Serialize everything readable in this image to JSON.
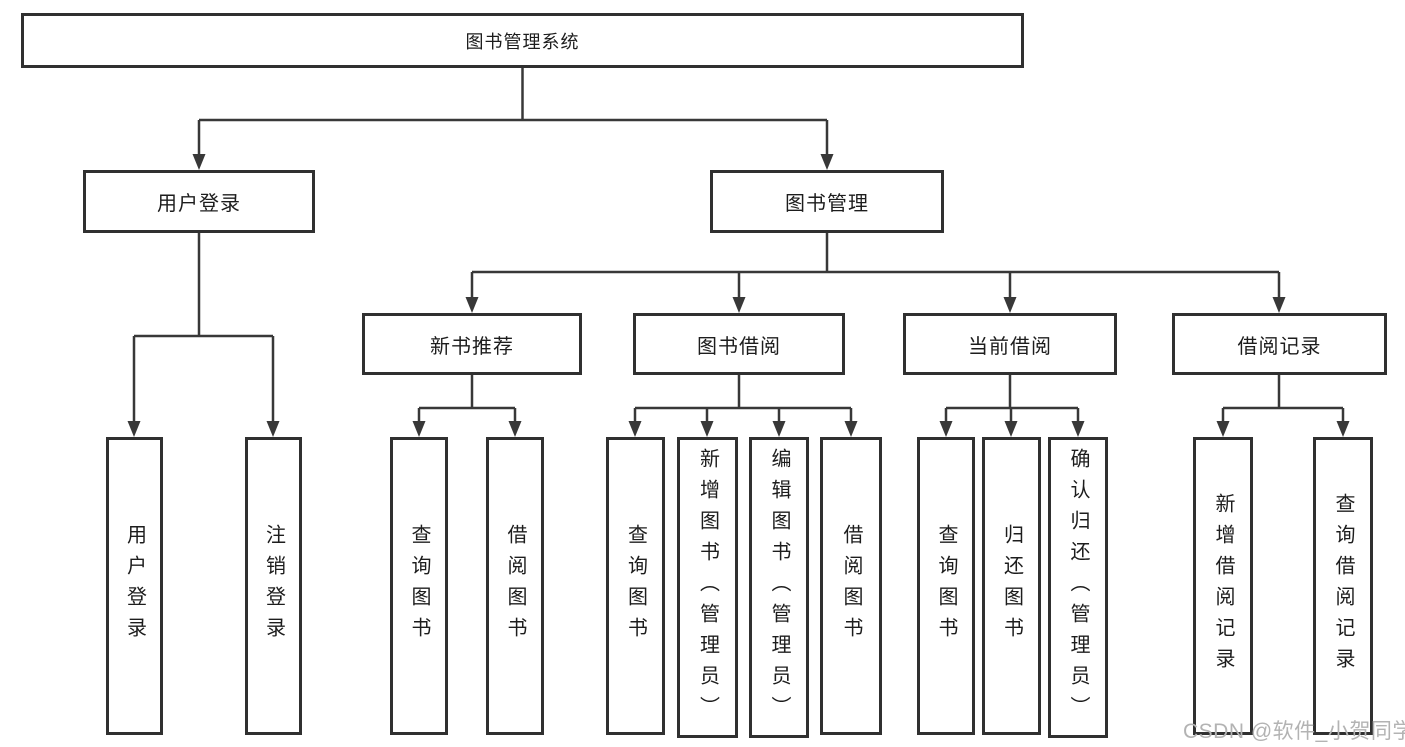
{
  "tree": {
    "root": {
      "label": "图书管理系统"
    },
    "branches": [
      {
        "label": "用户登录",
        "leaves": [
          {
            "label": "用户登录"
          },
          {
            "label": "注销登录"
          }
        ]
      },
      {
        "label": "图书管理",
        "groups": [
          {
            "label": "新书推荐",
            "leaves": [
              {
                "label": "查询图书"
              },
              {
                "label": "借阅图书"
              }
            ]
          },
          {
            "label": "图书借阅",
            "leaves": [
              {
                "label": "查询图书"
              },
              {
                "label": "新增图书（管理员）"
              },
              {
                "label": "编辑图书（管理员）"
              },
              {
                "label": "借阅图书"
              }
            ]
          },
          {
            "label": "当前借阅",
            "leaves": [
              {
                "label": "查询图书"
              },
              {
                "label": "归还图书"
              },
              {
                "label": "确认归还（管理员）"
              }
            ]
          },
          {
            "label": "借阅记录",
            "leaves": [
              {
                "label": "新增借阅记录"
              },
              {
                "label": "查询借阅记录"
              }
            ]
          }
        ]
      }
    ]
  },
  "watermark": "CSDN @软件_小贺同学",
  "colors": {
    "line": "#383838",
    "box_border": "#303030",
    "text": "#1d1d1d",
    "background": "#ffffff",
    "watermark": "#b3b3b3"
  }
}
